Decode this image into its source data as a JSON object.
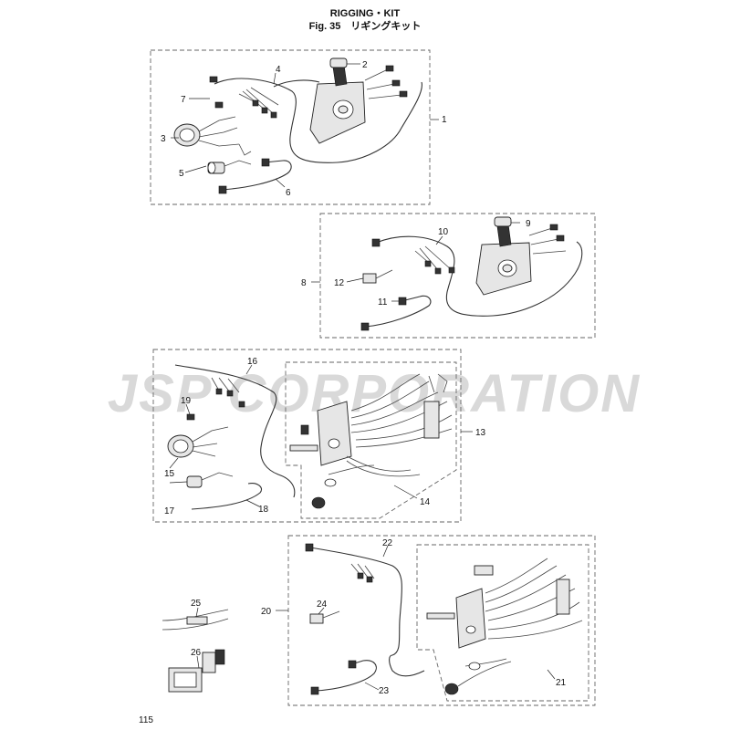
{
  "header": {
    "title": "RIGGING・KIT",
    "subtitle": "Fig. 35　リギングキット"
  },
  "watermark": {
    "text": "JSP CORPORATION"
  },
  "callouts": [
    "1",
    "2",
    "3",
    "4",
    "5",
    "6",
    "7",
    "8",
    "9",
    "10",
    "11",
    "12",
    "13",
    "14",
    "15",
    "16",
    "17",
    "18",
    "19",
    "20",
    "21",
    "22",
    "23",
    "24",
    "25",
    "26"
  ],
  "footer": {
    "page_number": "115"
  }
}
